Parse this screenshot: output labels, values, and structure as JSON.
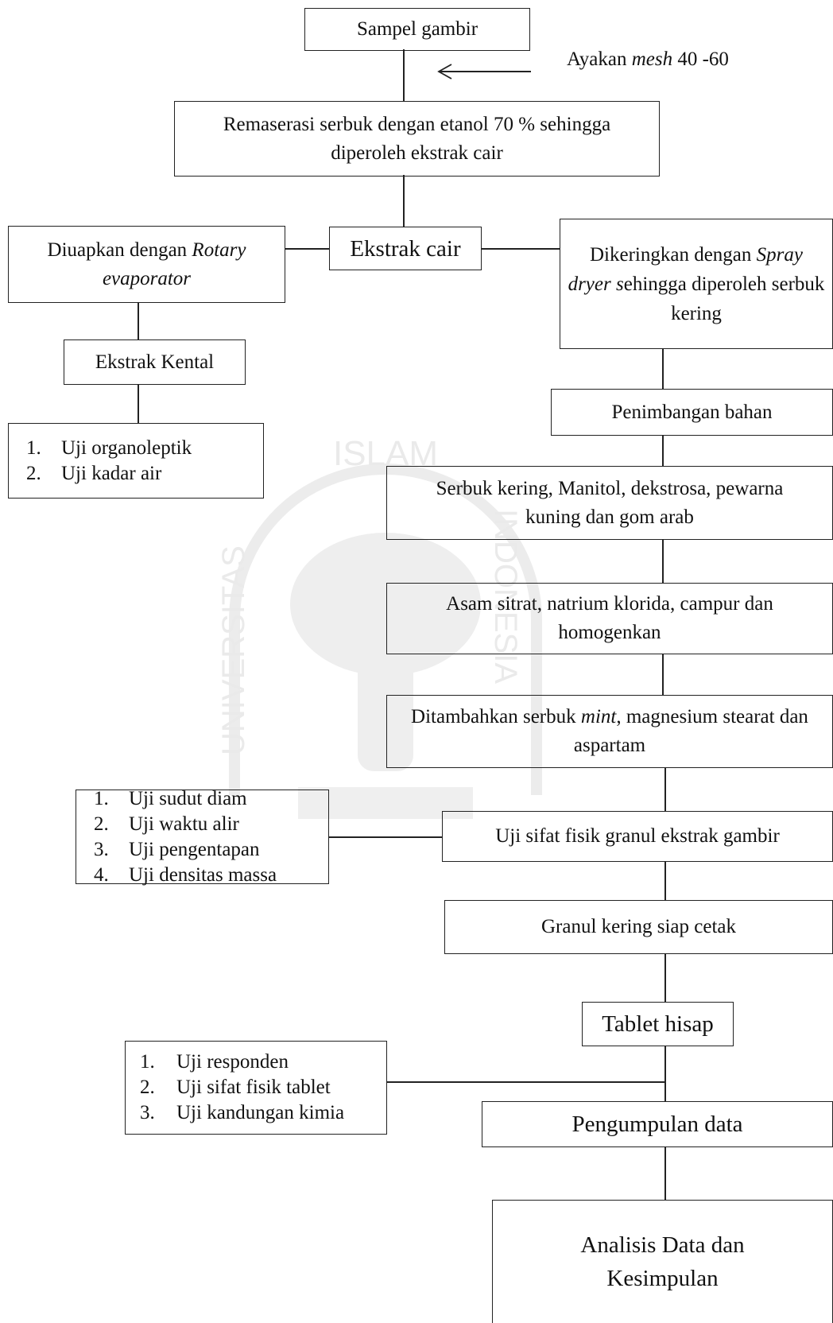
{
  "flow": {
    "sample": "Sampel gambir",
    "sieve": {
      "pre": "Ayakan ",
      "em": "mesh",
      "post": " 40 -60"
    },
    "maceration": "Remaserasi serbuk dengan etanol 70 % sehingga diperoleh ekstrak cair",
    "liquid_extract": "Ekstrak cair",
    "evaporate": {
      "pre": "Diuapkan dengan ",
      "em1": "Rotary",
      "em2": "evaporator"
    },
    "thick_extract": "Ekstrak Kental",
    "thick_tests": [
      "Uji organoleptik",
      "Uji kadar air"
    ],
    "spray": {
      "pre": "Dikeringkan dengan ",
      "em": "Spray dryer s",
      "post": "ehingga diperoleh serbuk kering"
    },
    "weighing": "Penimbangan bahan",
    "mix1": "Serbuk kering, Manitol, dekstrosa, pewarna kuning dan gom arab",
    "mix2": "Asam sitrat, natrium klorida, campur dan homogenkan",
    "mix3": {
      "pre": "Ditambahkan serbuk ",
      "em": "mint",
      "post": ", magnesium stearat dan aspartam"
    },
    "granule_test": "Uji sifat fisik granul ekstrak gambir",
    "granule_tests": [
      "Uji sudut diam",
      "Uji waktu alir",
      "Uji pengentapan",
      "Uji densitas massa"
    ],
    "ready_granule": "Granul kering siap cetak",
    "lozenge": "Tablet hisap",
    "tablet_tests": [
      "Uji responden",
      "Uji sifat fisik tablet",
      "Uji kandungan kimia"
    ],
    "data_collection": "Pengumpulan data",
    "analysis": "Analisis Data dan Kesimpulan"
  },
  "watermark": {
    "top_text": "ISLAM",
    "left_text": "UNIVERSITAS",
    "right_text": "INDONESIA"
  }
}
